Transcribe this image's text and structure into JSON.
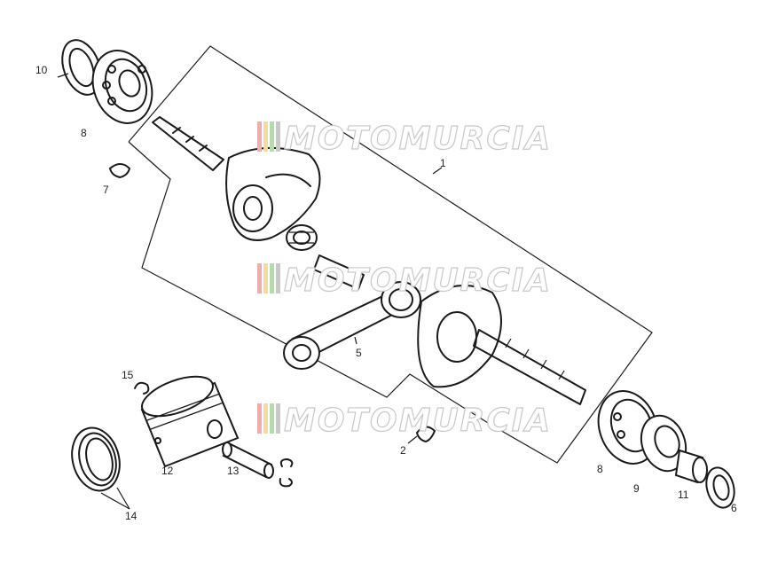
{
  "watermark": {
    "text": "MOTOMURCIA",
    "stripe_colors": [
      "#e8b0b0",
      "#f4d9a0",
      "#b8d8b0",
      "#c8c8c8"
    ]
  },
  "callouts": [
    {
      "id": "label-1",
      "text": "1"
    },
    {
      "id": "label-2",
      "text": "2"
    },
    {
      "id": "label-5",
      "text": "5"
    },
    {
      "id": "label-6",
      "text": "6"
    },
    {
      "id": "label-7",
      "text": "7"
    },
    {
      "id": "label-8-top",
      "text": "8"
    },
    {
      "id": "label-8-bottom",
      "text": "8"
    },
    {
      "id": "label-9",
      "text": "9"
    },
    {
      "id": "label-10",
      "text": "10"
    },
    {
      "id": "label-11",
      "text": "11"
    },
    {
      "id": "label-12",
      "text": "12"
    },
    {
      "id": "label-13",
      "text": "13"
    },
    {
      "id": "label-14",
      "text": "14"
    },
    {
      "id": "label-15",
      "text": "15"
    }
  ]
}
